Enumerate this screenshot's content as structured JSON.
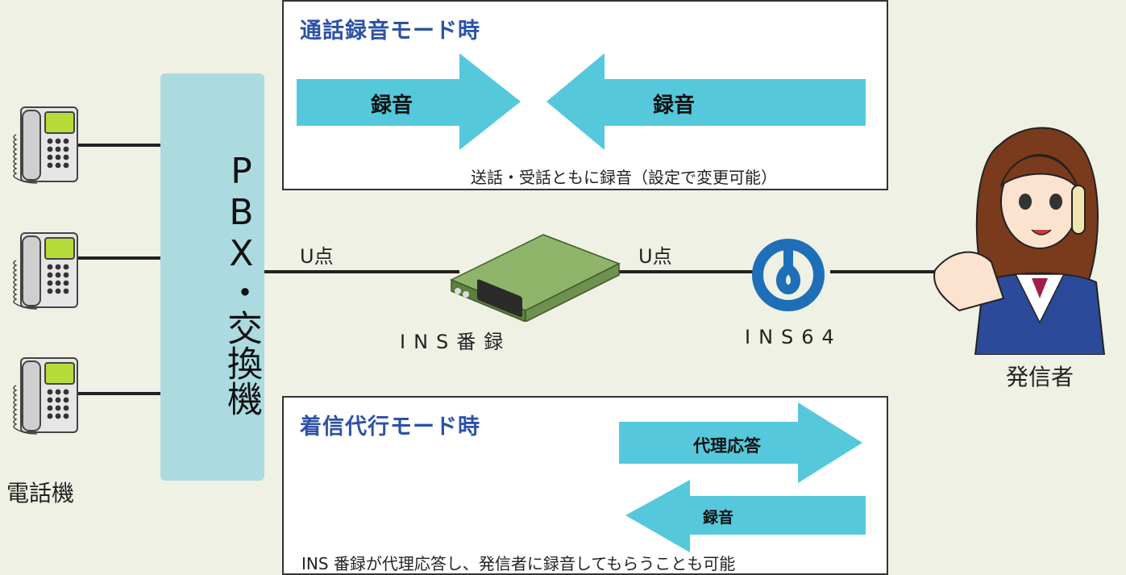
{
  "pbx": {
    "label": "PBX・交換機"
  },
  "phones": {
    "caption": "電話機"
  },
  "device": {
    "name": "INS番録"
  },
  "network": {
    "name": "INS64"
  },
  "lines": {
    "u_point_left": "U点",
    "u_point_right": "U点"
  },
  "caller": {
    "label": "発信者"
  },
  "record_mode": {
    "title": "通話録音モード時",
    "arrow_left_label": "録音",
    "arrow_right_label": "録音",
    "note": "送話・受話ともに録音（設定で変更可能）"
  },
  "answer_mode": {
    "title": "着信代行モード時",
    "arrow_out_label": "代理応答",
    "arrow_in_label": "録音",
    "note": "INS 番録が代理応答し、発信者に録音してもらうことも可能"
  },
  "colors": {
    "arrow": "#56c8dc",
    "pbx": "#abdbe0",
    "mode_title": "#2d52a6",
    "ntt_logo": "#1e6fb8",
    "device_body": "#7a9f58",
    "phone_screen": "#b7dc3a"
  }
}
